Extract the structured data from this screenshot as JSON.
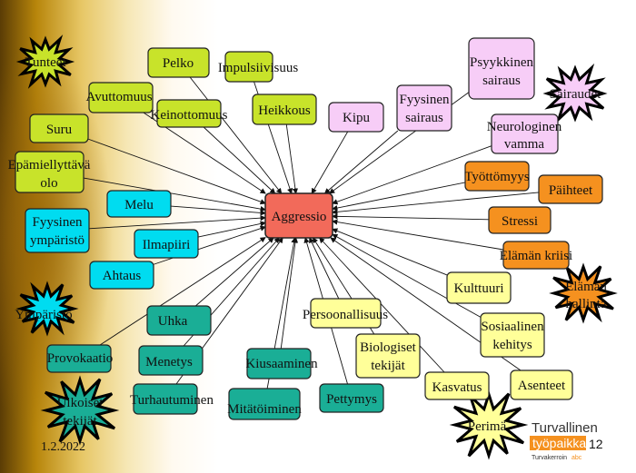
{
  "center": "Aggressio",
  "categories": {
    "tunteet": "Tunteet",
    "sairaudet": "Sairaudet",
    "ymparisto": "Ympäristö",
    "ulkoiset": [
      "Ulkoiset",
      "tekijät"
    ],
    "elaman_hallinta": [
      "Elämän",
      "hallinta"
    ],
    "perima": "Perimä"
  },
  "nodes": {
    "pelko": "Pelko",
    "impulsiivisuus": "Impulsiivisuus",
    "avuttomuus": "Avuttomuus",
    "keinottomuus": "Keinottomuus",
    "heikkous": "Heikkous",
    "suru": "Suru",
    "epamiellyttava": [
      "Epämiellyttävä",
      "olo"
    ],
    "melu": "Melu",
    "fyysinen_ymparisto": [
      "Fyysinen",
      "ympäristö"
    ],
    "ilmapiiri": "Ilmapiiri",
    "ahtaus": "Ahtaus",
    "kipu": "Kipu",
    "fyysinen_sairaus": [
      "Fyysinen",
      "sairaus"
    ],
    "psyykkinen_sairaus": [
      "Psyykkinen",
      "sairaus"
    ],
    "neurologinen_vamma": [
      "Neurologinen",
      "vamma"
    ],
    "tyottomyys": "Työttömyys",
    "paihteet": "Päihteet",
    "stressi": "Stressi",
    "elaman_kriisi": "Elämän kriisi",
    "kulttuuri": "Kulttuuri",
    "sosiaalinen_kehitys": [
      "Sosiaalinen",
      "kehitys"
    ],
    "persoonallisuus": "Persoonallisuus",
    "biologiset_tekijat": [
      "Biologiset",
      "tekijät"
    ],
    "kasvatus": "Kasvatus",
    "asenteet": "Asenteet",
    "uhka": "Uhka",
    "provokaatio": "Provokaatio",
    "menetys": "Menetys",
    "kiusaaminen": "Kiusaaminen",
    "turhautuminen": "Turhautuminen",
    "mitatoiminen": "Mitätöiminen",
    "pettymys": "Pettymys"
  },
  "footer": {
    "date": "1.2.2022",
    "page": "12",
    "logo_line1": "Turvallinen",
    "logo_line2": "työpaikka",
    "logo_line3": "Turvakerroin",
    "logo_abc": "abc"
  },
  "colors": {
    "green": "#c8e32a",
    "cyan": "#00dcf0",
    "pink": "#f7cdf7",
    "orange": "#f5911f",
    "yellow": "#ffff99",
    "teal": "#1aae96",
    "center": "#f26a5a"
  }
}
